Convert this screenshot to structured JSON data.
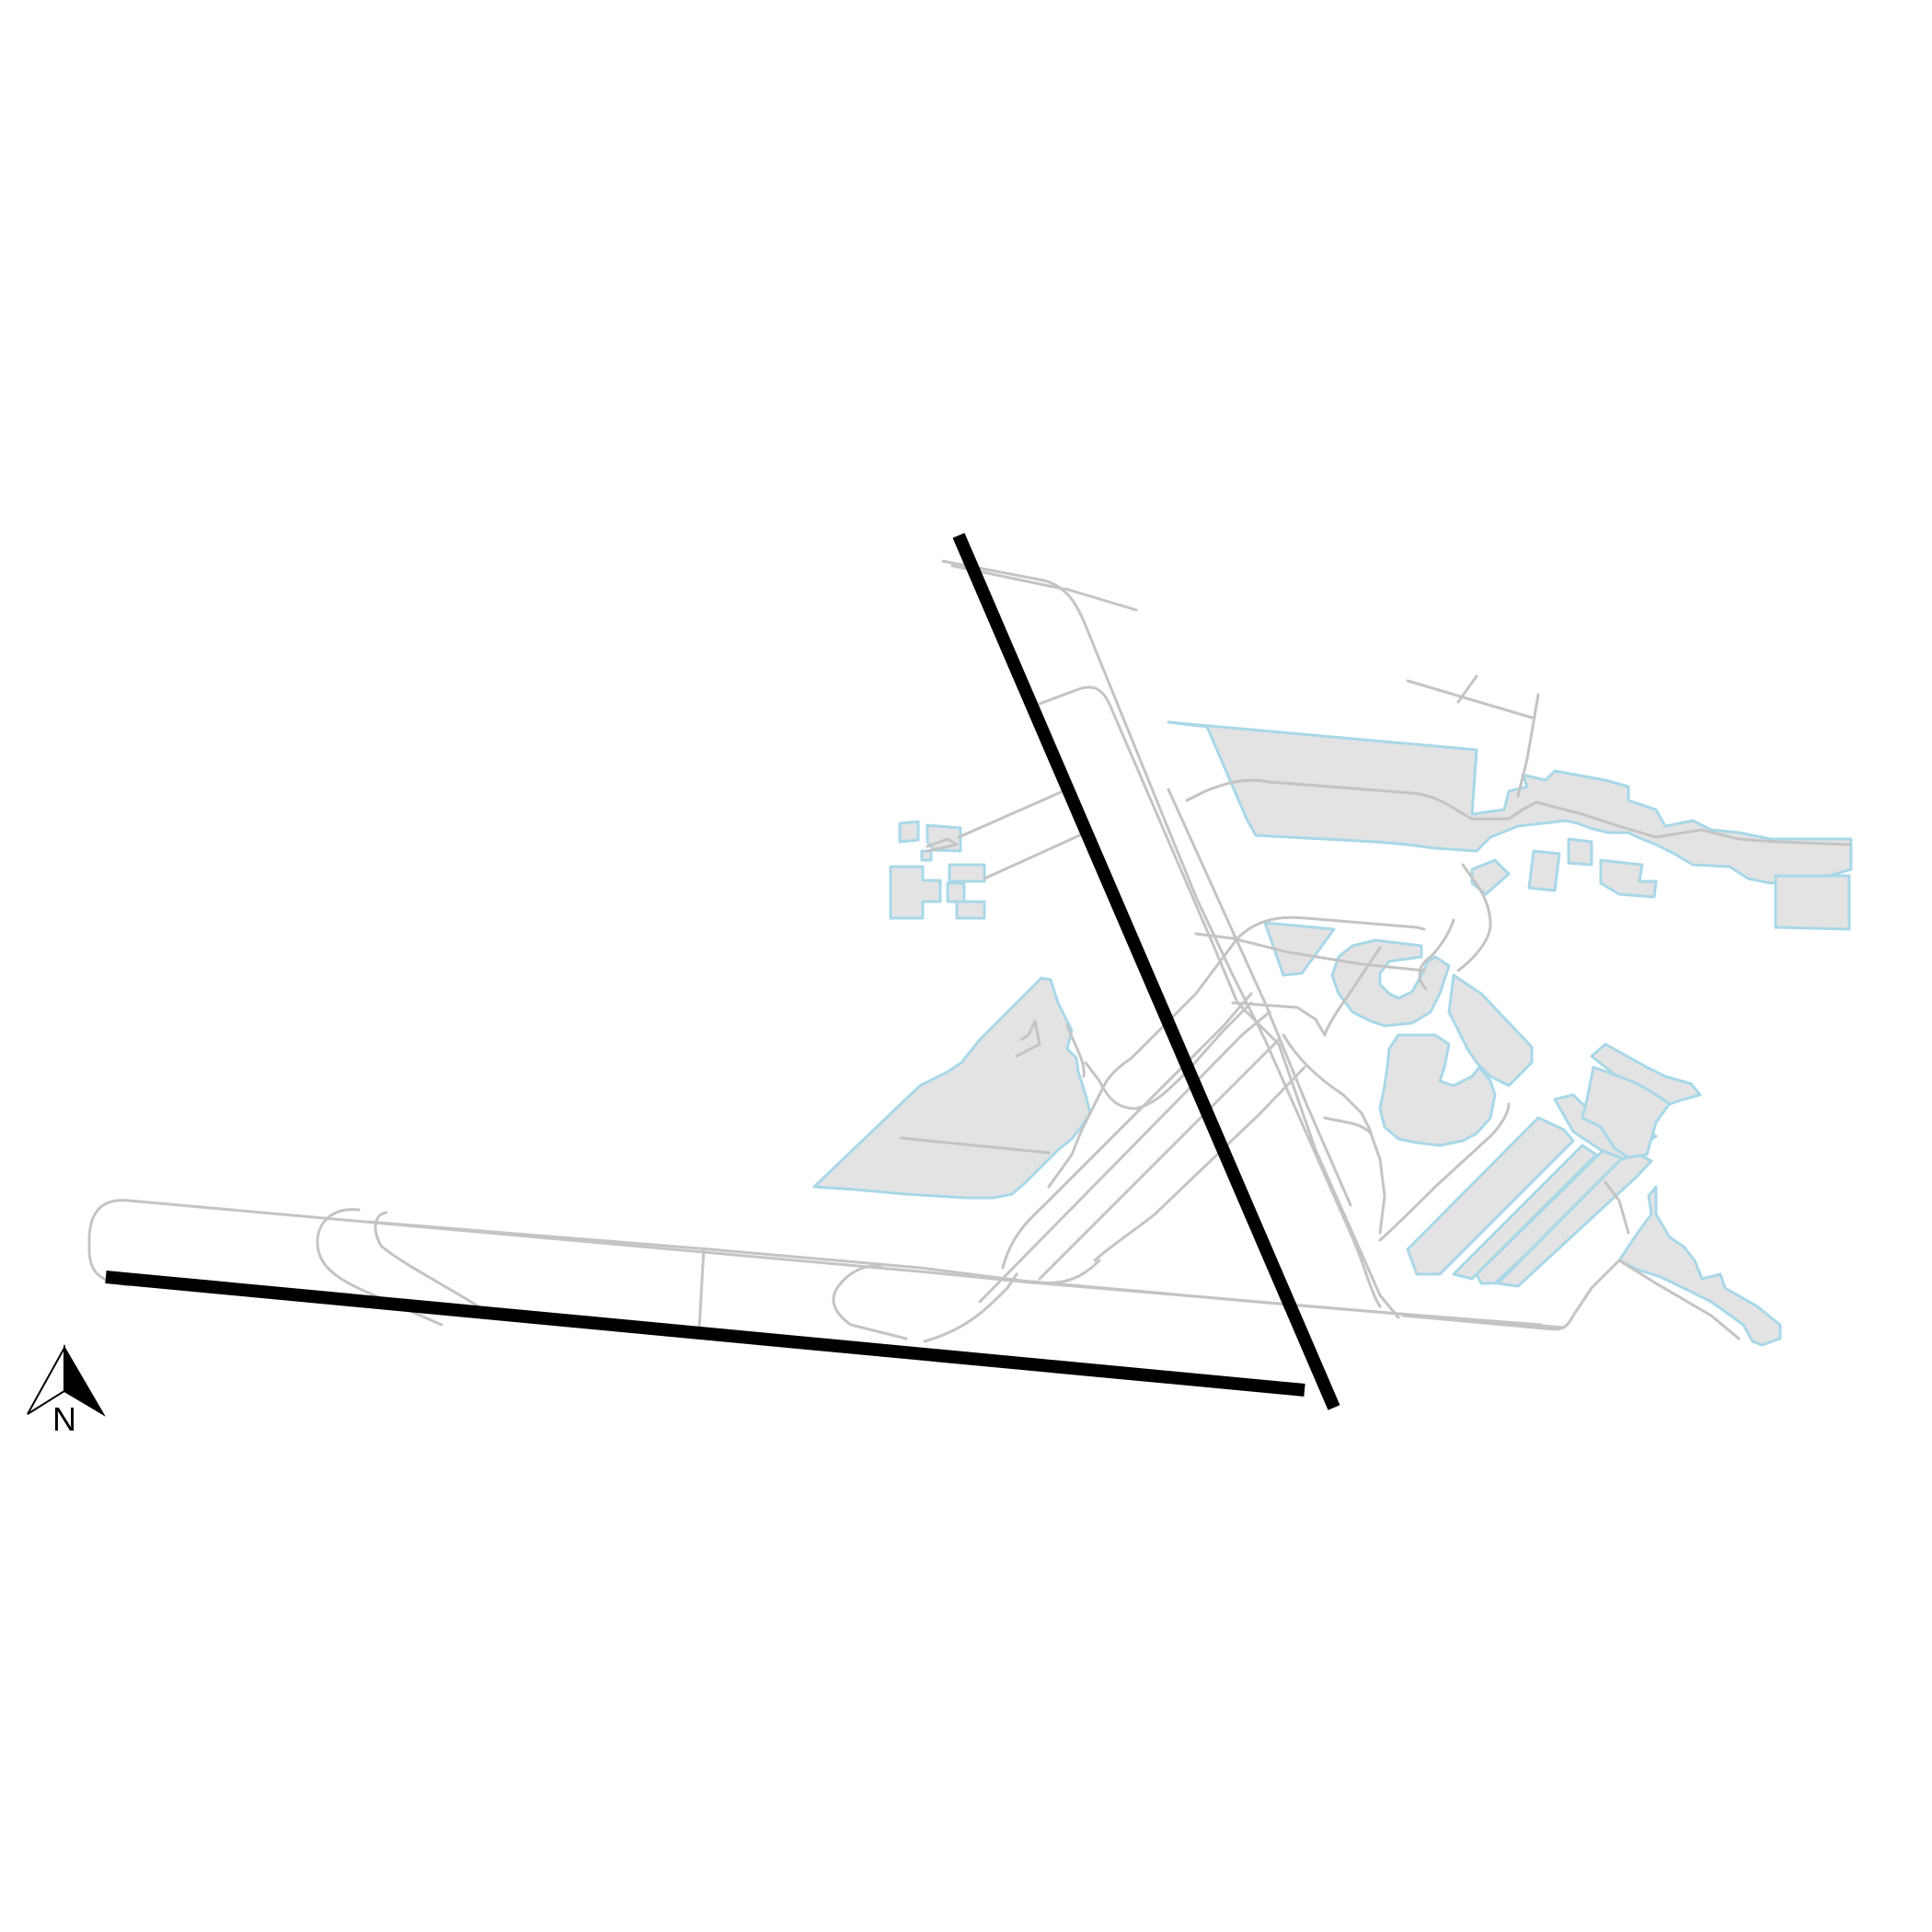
{
  "map": {
    "description_type": "airport-diagram",
    "colors": {
      "runway": "#000000",
      "taxiway": "#c4c4c4",
      "apron_fill": "#e3e3e3",
      "apron_outline": "#a8d8e8",
      "background": "#ffffff"
    },
    "runways": [
      {
        "id": "runway-east-west"
      },
      {
        "id": "runway-northwest-southeast"
      }
    ]
  },
  "north_arrow": {
    "icon": "north-arrow-icon",
    "label": "N"
  }
}
